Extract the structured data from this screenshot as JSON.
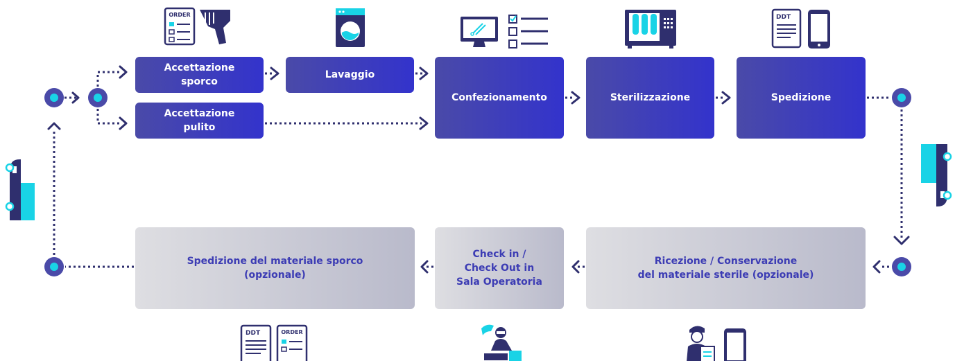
{
  "colors": {
    "navy": "#2f2f6e",
    "blue_start": "#4a4aa8",
    "blue_end": "#3333cc",
    "grey_start": "#dedee2",
    "grey_end": "#b9bacb",
    "grey_text": "#3c3cb4",
    "node_outer": "#4a4aa8",
    "node_inner": "#19d3e6",
    "accent": "#19d3e6"
  },
  "steps": {
    "accettazione_sporco": "Accettazione\nsporco",
    "accettazione_pulito": "Accettazione\npulito",
    "lavaggio": "Lavaggio",
    "confezionamento": "Confezionamento",
    "sterilizzazione": "Sterilizzazione",
    "spedizione": "Spedizione",
    "ricezione": "Ricezione / Conservazione\ndel materiale sterile  (opzionale)",
    "checkin": "Check in /\nCheck Out in\nSala Operatoria",
    "spedizione_sporco": "Spedizione del materiale sporco\n(opzionale)"
  },
  "icon_text": {
    "order": "ORDER",
    "ddt": "DDT"
  },
  "icons": [
    "order-form-icon",
    "barcode-scanner-icon",
    "washing-machine-icon",
    "monitor-icon",
    "checklist-icon",
    "sterilizer-icon",
    "ddt-document-icon",
    "smartphone-icon",
    "truck-icon",
    "surgery-icon",
    "courier-icon"
  ]
}
